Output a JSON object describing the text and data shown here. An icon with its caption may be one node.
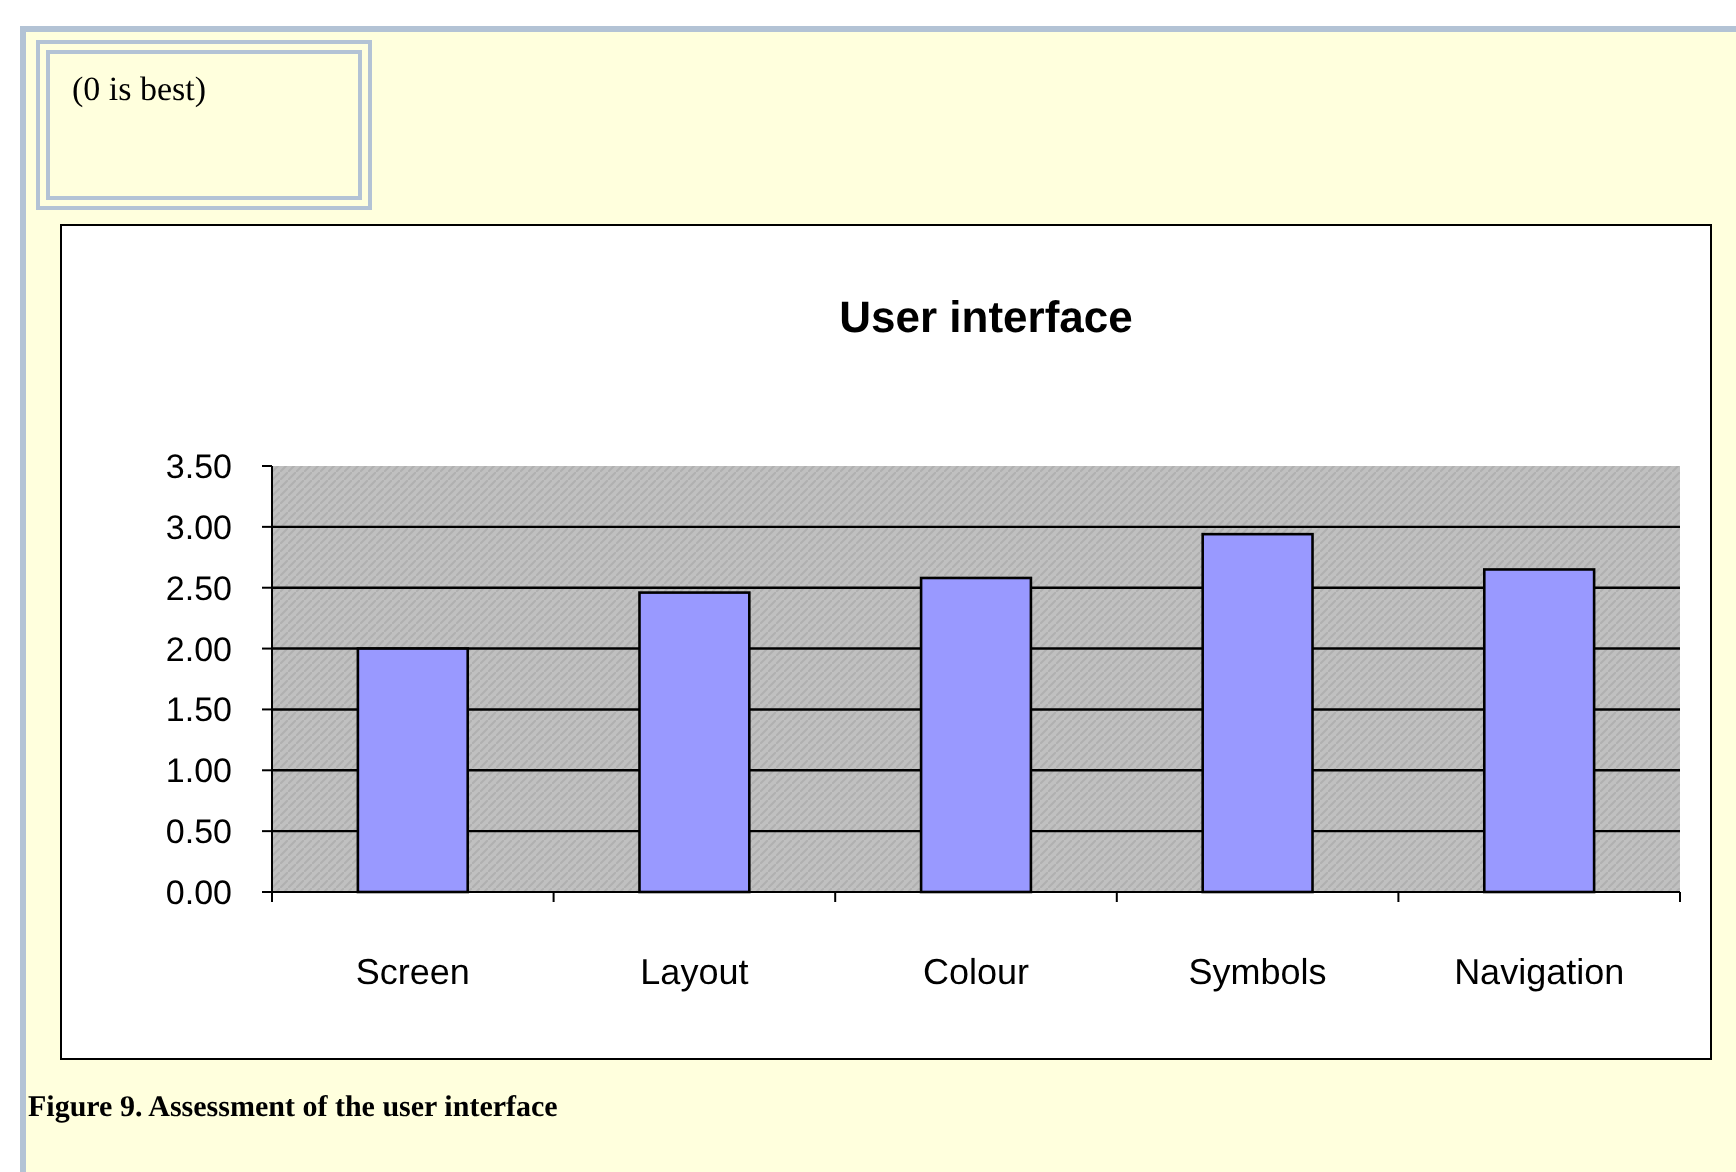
{
  "diagram": {
    "caption": "Figure 9. Assessment of the user interface",
    "labels": [
      "(0 is best)"
    ],
    "chart_data": {
      "type": "bar",
      "title": "User interface",
      "categories": [
        "Screen",
        "Layout",
        "Colour",
        "Symbols",
        "Navigation"
      ],
      "series": [
        {
          "color": "#9999ff",
          "values": [
            2.0,
            2.46,
            2.58,
            2.94,
            2.65
          ]
        }
      ],
      "ylim": [
        0,
        3.5
      ],
      "grid": true,
      "yticks": [
        {
          "value": 0,
          "label": "0.00"
        },
        {
          "value": 0.5,
          "label": "0.50"
        },
        {
          "value": 1,
          "label": "1.00"
        },
        {
          "value": 1.5,
          "label": "1.50"
        },
        {
          "value": 2,
          "label": "2.00"
        },
        {
          "value": 2.5,
          "label": "2.50"
        },
        {
          "value": 3,
          "label": "3.00"
        },
        {
          "value": 3.5,
          "label": "3.50"
        }
      ]
    }
  }
}
